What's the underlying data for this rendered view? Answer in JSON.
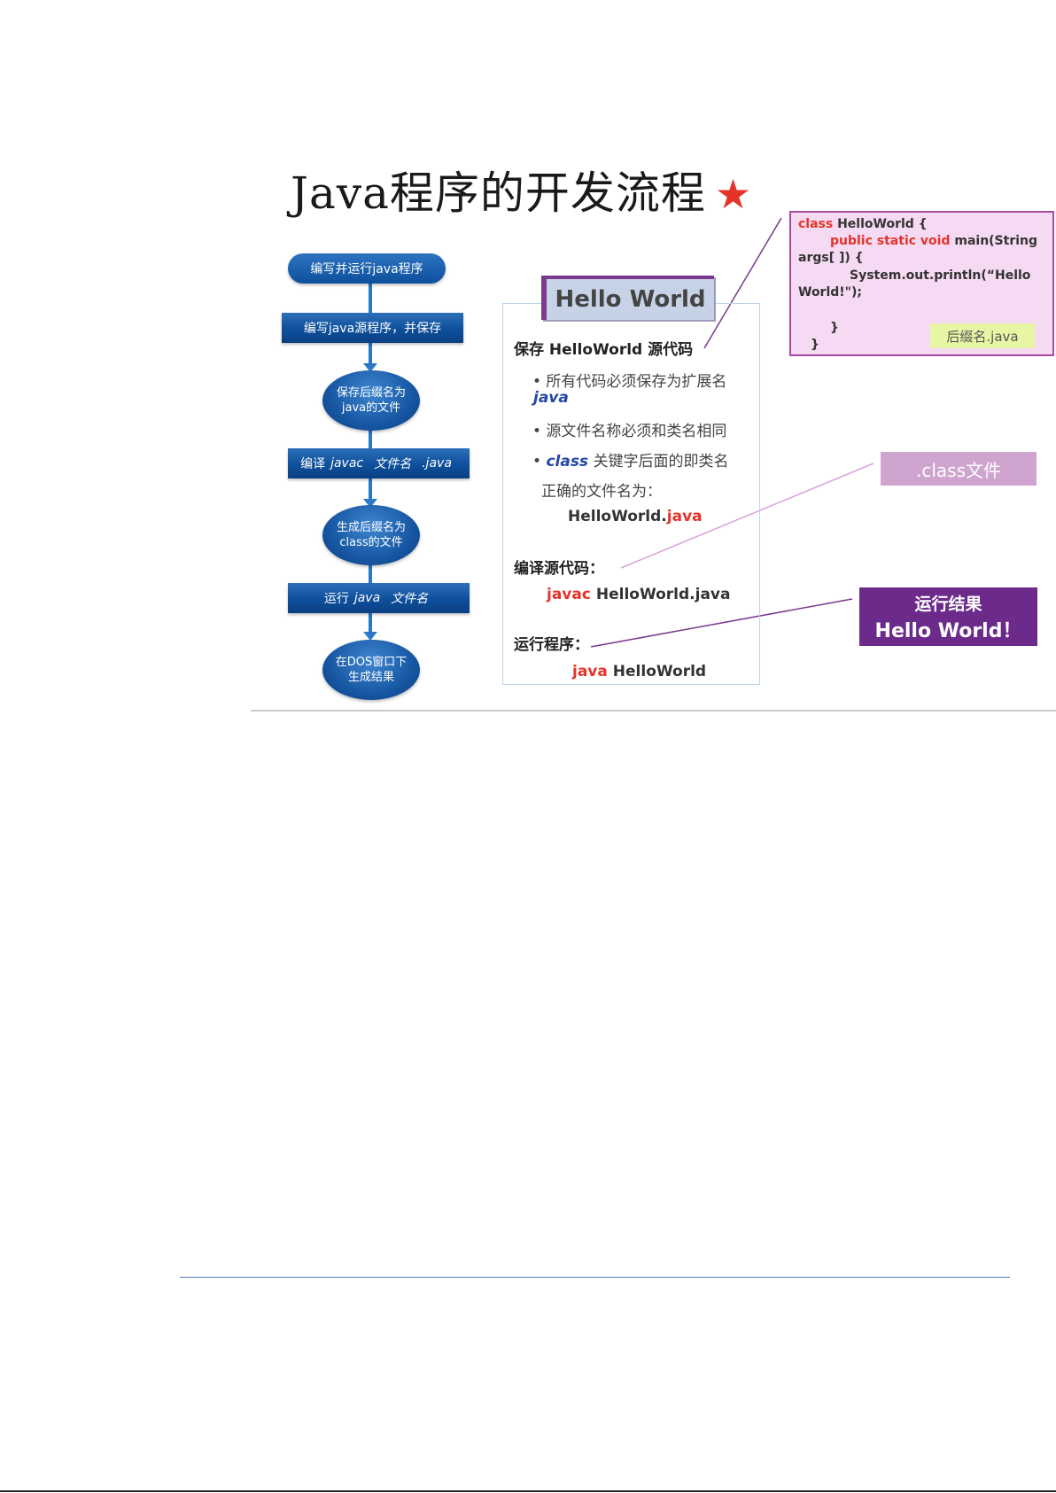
{
  "title": "Java程序的开发流程",
  "title_star": "★",
  "flow": {
    "step1": "编写并运行java程序",
    "step2": "编写java源程序，并保存",
    "step3_l1": "保存后缀名为",
    "step3_l2": "java的文件",
    "step4_pre": "编译",
    "step4_cmd": "javac",
    "step4_file": "文件名",
    "step4_ext": ".java",
    "step5_l1": "生成后缀名为",
    "step5_l2": "class的文件",
    "step6_pre": "运行",
    "step6_cmd": "java",
    "step6_file": "文件名",
    "step7_l1": "在DOS窗口下",
    "step7_l2": "生成结果"
  },
  "panel": {
    "tab": "Hello World",
    "save_heading": "保存 HelloWorld 源代码",
    "bullet1": "• 所有代码必须保存为扩展名",
    "bullet1_ext": "java",
    "bullet2": "• 源文件名称必须和类名相同",
    "bullet3_bullet": "•",
    "bullet3_kw": "class",
    "bullet3_rest": "关键字后面的即类名",
    "correct_name": "正确的文件名为：",
    "filename_base": "HelloWorld.",
    "filename_ext": "java",
    "compile_heading": "编译源代码：",
    "compile_cmd": "javac",
    "compile_arg": "HelloWorld.java",
    "run_heading": "运行程序：",
    "run_cmd": "java",
    "run_arg": "HelloWorld"
  },
  "code": {
    "l1_kw": "class",
    "l1_rest": "HelloWorld {",
    "l2_kw": "public static void",
    "l2_rest": "main(String",
    "l3": "args[ ]) {",
    "l4": "System.out.println(“Hello",
    "l5": "World!\");",
    "l6": "}",
    "l7": "}",
    "suffix_tag": "后缀名.java"
  },
  "class_file_label": ".class文件",
  "run_result": {
    "line1": "运行结果",
    "line2": "Hello World！"
  },
  "colors": {
    "flow_blue": "#0e4f9c",
    "accent_red": "#e4332a",
    "purple": "#6c2a8a",
    "pink_box": "#f6d9f2"
  }
}
